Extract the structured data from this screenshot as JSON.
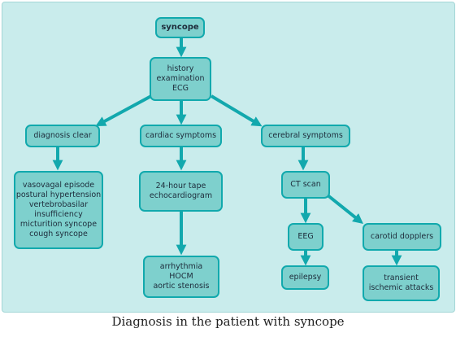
{
  "colors": {
    "panel": "#c9ecec",
    "node_fill": "#7ed0cd",
    "node_border": "#11a9ad",
    "arrow": "#12a8ad"
  },
  "nodes": {
    "syncope": [
      "syncope"
    ],
    "initial": [
      "history",
      "examination",
      "ECG"
    ],
    "diag_clear": [
      "diagnosis clear"
    ],
    "cardiac": [
      "cardiac symptoms"
    ],
    "cerebral": [
      "cerebral symptoms"
    ],
    "clear_list": [
      "vasovagal episode",
      "postural hypertension",
      "vertebrobasilar",
      "insufficiency",
      "micturition syncope",
      "cough syncope"
    ],
    "tape": [
      "24-hour tape",
      "echocardiogram"
    ],
    "cardiac_dx": [
      "arrhythmia",
      "HOCM",
      "aortic stenosis"
    ],
    "ct": [
      "CT scan"
    ],
    "eeg": [
      "EEG"
    ],
    "carotid": [
      "carotid dopplers"
    ],
    "epilepsy": [
      "epilepsy"
    ],
    "tia": [
      "transient",
      "ischemic attacks"
    ]
  },
  "caption": "Diagnosis in the patient with syncope"
}
